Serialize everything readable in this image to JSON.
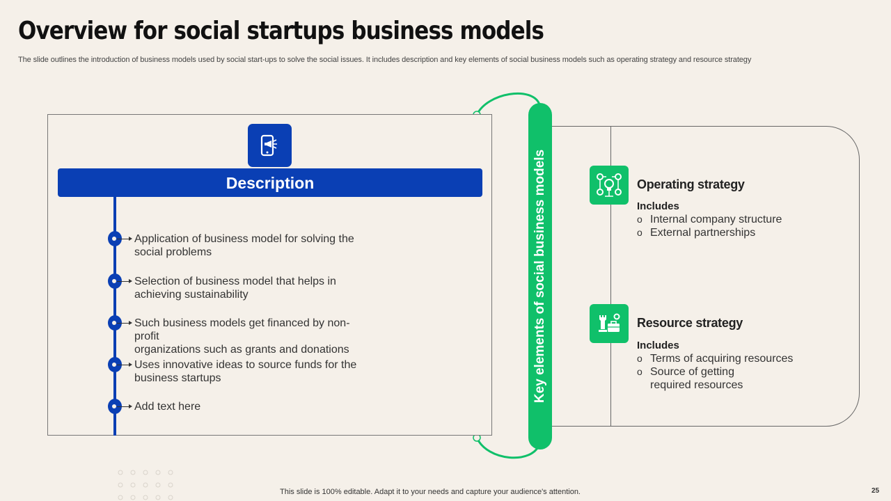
{
  "header": {
    "title": "Overview for social startups business models",
    "subtitle": "The slide outlines the introduction of business models used by social start-ups to solve the social issues. It includes description and key elements of social business models such as operating strategy and resource strategy"
  },
  "description": {
    "heading": "Description",
    "icon": "mobile-megaphone-icon",
    "items": [
      {
        "line1": "Application of business model for solving the",
        "line2": "social problems"
      },
      {
        "line1": "Selection of business model that helps in",
        "line2": "achieving sustainability"
      },
      {
        "line1": "Such business models get financed by non-profit",
        "line2": "organizations such as grants and donations"
      },
      {
        "line1": "Uses innovative ideas to source funds for the",
        "line2": "business startups"
      },
      {
        "line1": "Add text here",
        "line2": ""
      }
    ]
  },
  "key_elements": {
    "label": "Key elements of social business models",
    "sections": [
      {
        "title": "Operating strategy",
        "icon": "gear-lightbulb-icon",
        "includes_label": "Includes",
        "bullet": "o",
        "items": [
          "Internal  company structure",
          "External partnerships"
        ]
      },
      {
        "title": "Resource strategy",
        "icon": "chess-rook-briefcase-icon",
        "includes_label": "Includes",
        "bullet": "o",
        "items": [
          "Terms of acquiring resources",
          "Source of getting",
          "required resources"
        ]
      }
    ]
  },
  "footer": {
    "note": "This slide is 100% editable. Adapt it to your needs and capture your audience's attention.",
    "page": "25"
  },
  "colors": {
    "background": "#f5f0e9",
    "blue": "#0a3fb4",
    "green": "#10c06a"
  }
}
